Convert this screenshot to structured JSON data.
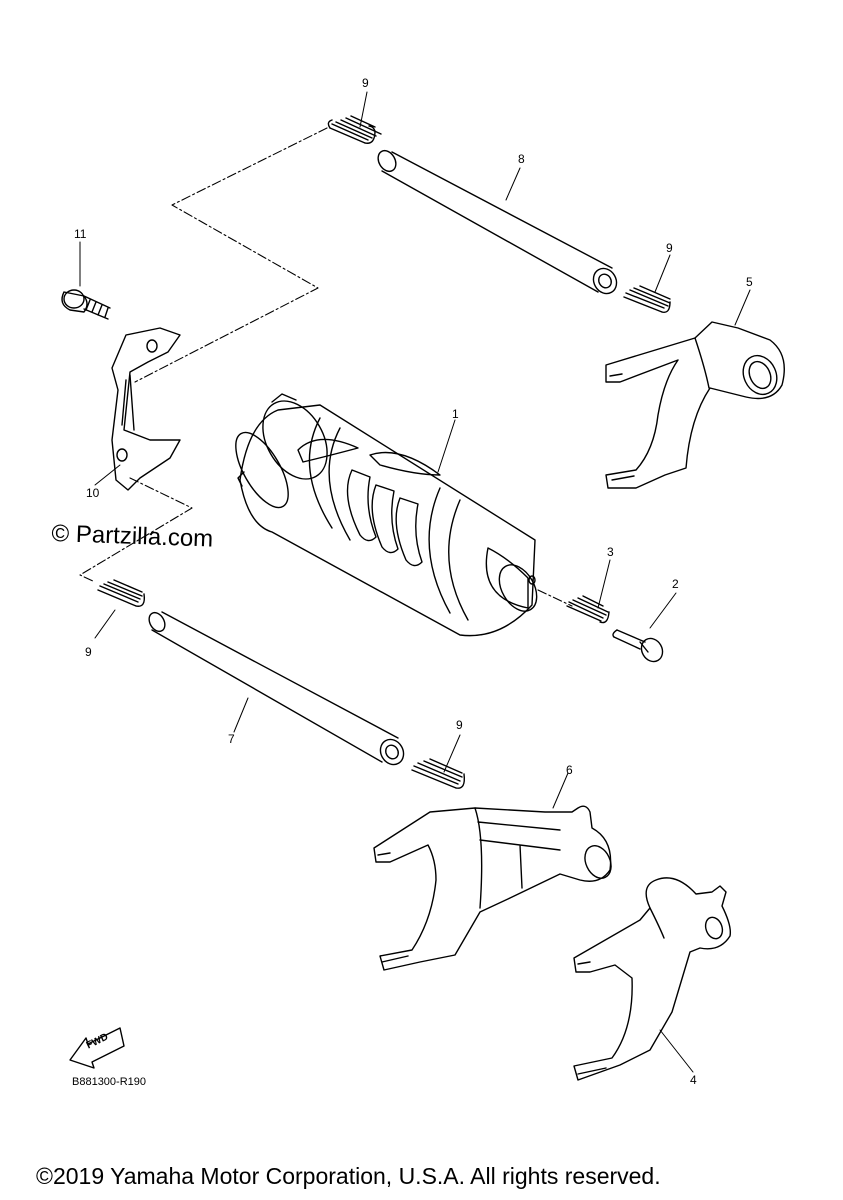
{
  "callouts": {
    "c1": "1",
    "c2": "2",
    "c3": "3",
    "c4": "4",
    "c5": "5",
    "c6": "6",
    "c7": "7",
    "c8": "8",
    "c9a": "9",
    "c9b": "9",
    "c9c": "9",
    "c9d": "9",
    "c10": "10",
    "c11": "11"
  },
  "watermark": "© Partzilla.com",
  "fwd_label": "FWD",
  "diagram_code": "B881300-R190",
  "copyright": "©2019 Yamaha Motor Corporation, U.S.A. All rights reserved."
}
